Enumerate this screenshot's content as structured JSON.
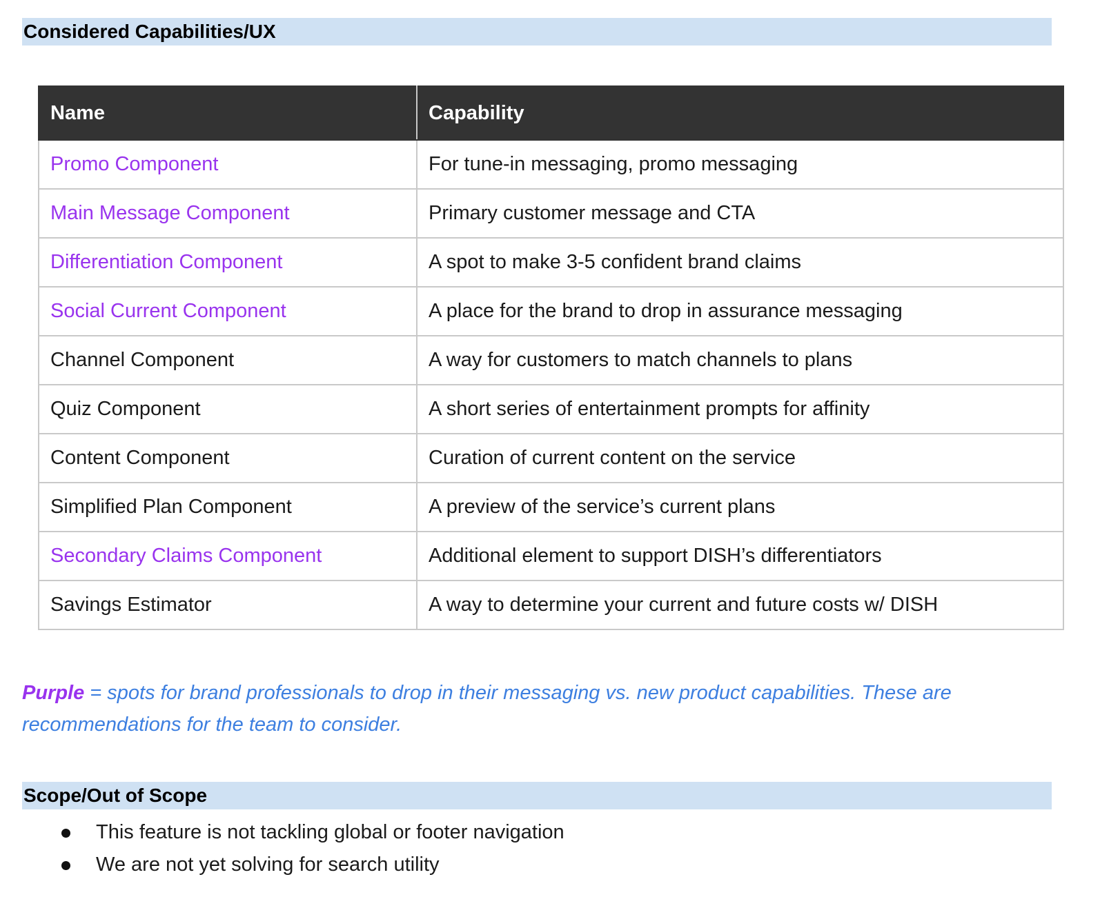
{
  "sections": {
    "capabilities_title": "Considered Capabilities/UX",
    "scope_title": "Scope/Out of Scope"
  },
  "table": {
    "headers": [
      "Name",
      "Capability"
    ],
    "rows": [
      {
        "name": "Promo Component",
        "capability": "For tune-in messaging, promo messaging",
        "highlight": "purple"
      },
      {
        "name": "Main Message Component",
        "capability": "Primary customer message and CTA",
        "highlight": "purple"
      },
      {
        "name": "Differentiation Component",
        "capability": "A spot to make 3-5 confident brand claims",
        "highlight": "purple"
      },
      {
        "name": "Social Current Component",
        "capability": "A place for the brand to drop in assurance messaging",
        "highlight": "purple"
      },
      {
        "name": "Channel Component",
        "capability": "A way for customers to match channels to plans",
        "highlight": "none"
      },
      {
        "name": "Quiz Component",
        "capability": "A short series of entertainment prompts for affinity",
        "highlight": "none"
      },
      {
        "name": "Content Component",
        "capability": "Curation of current content on the service",
        "highlight": "none"
      },
      {
        "name": "Simplified Plan Component",
        "capability": "A preview of the service’s current plans",
        "highlight": "none"
      },
      {
        "name": "Secondary Claims Component",
        "capability": "Additional element to support DISH’s differentiators",
        "highlight": "purple"
      },
      {
        "name": "Savings Estimator",
        "capability": "A way to determine your current and future costs w/ DISH",
        "highlight": "none"
      }
    ]
  },
  "legend": {
    "purple_word": "Purple",
    "text": " = spots for brand professionals to drop in their messaging vs. new product capabilities. These are recommendations for the team to consider."
  },
  "scope": {
    "items": [
      "This feature is not tackling global or footer navigation",
      "We are not yet solving for search utility"
    ]
  },
  "colors": {
    "heading_bg": "#cfe1f3",
    "table_header_bg": "#333333",
    "purple": "#9933ee",
    "note_blue": "#3d7fe0"
  }
}
